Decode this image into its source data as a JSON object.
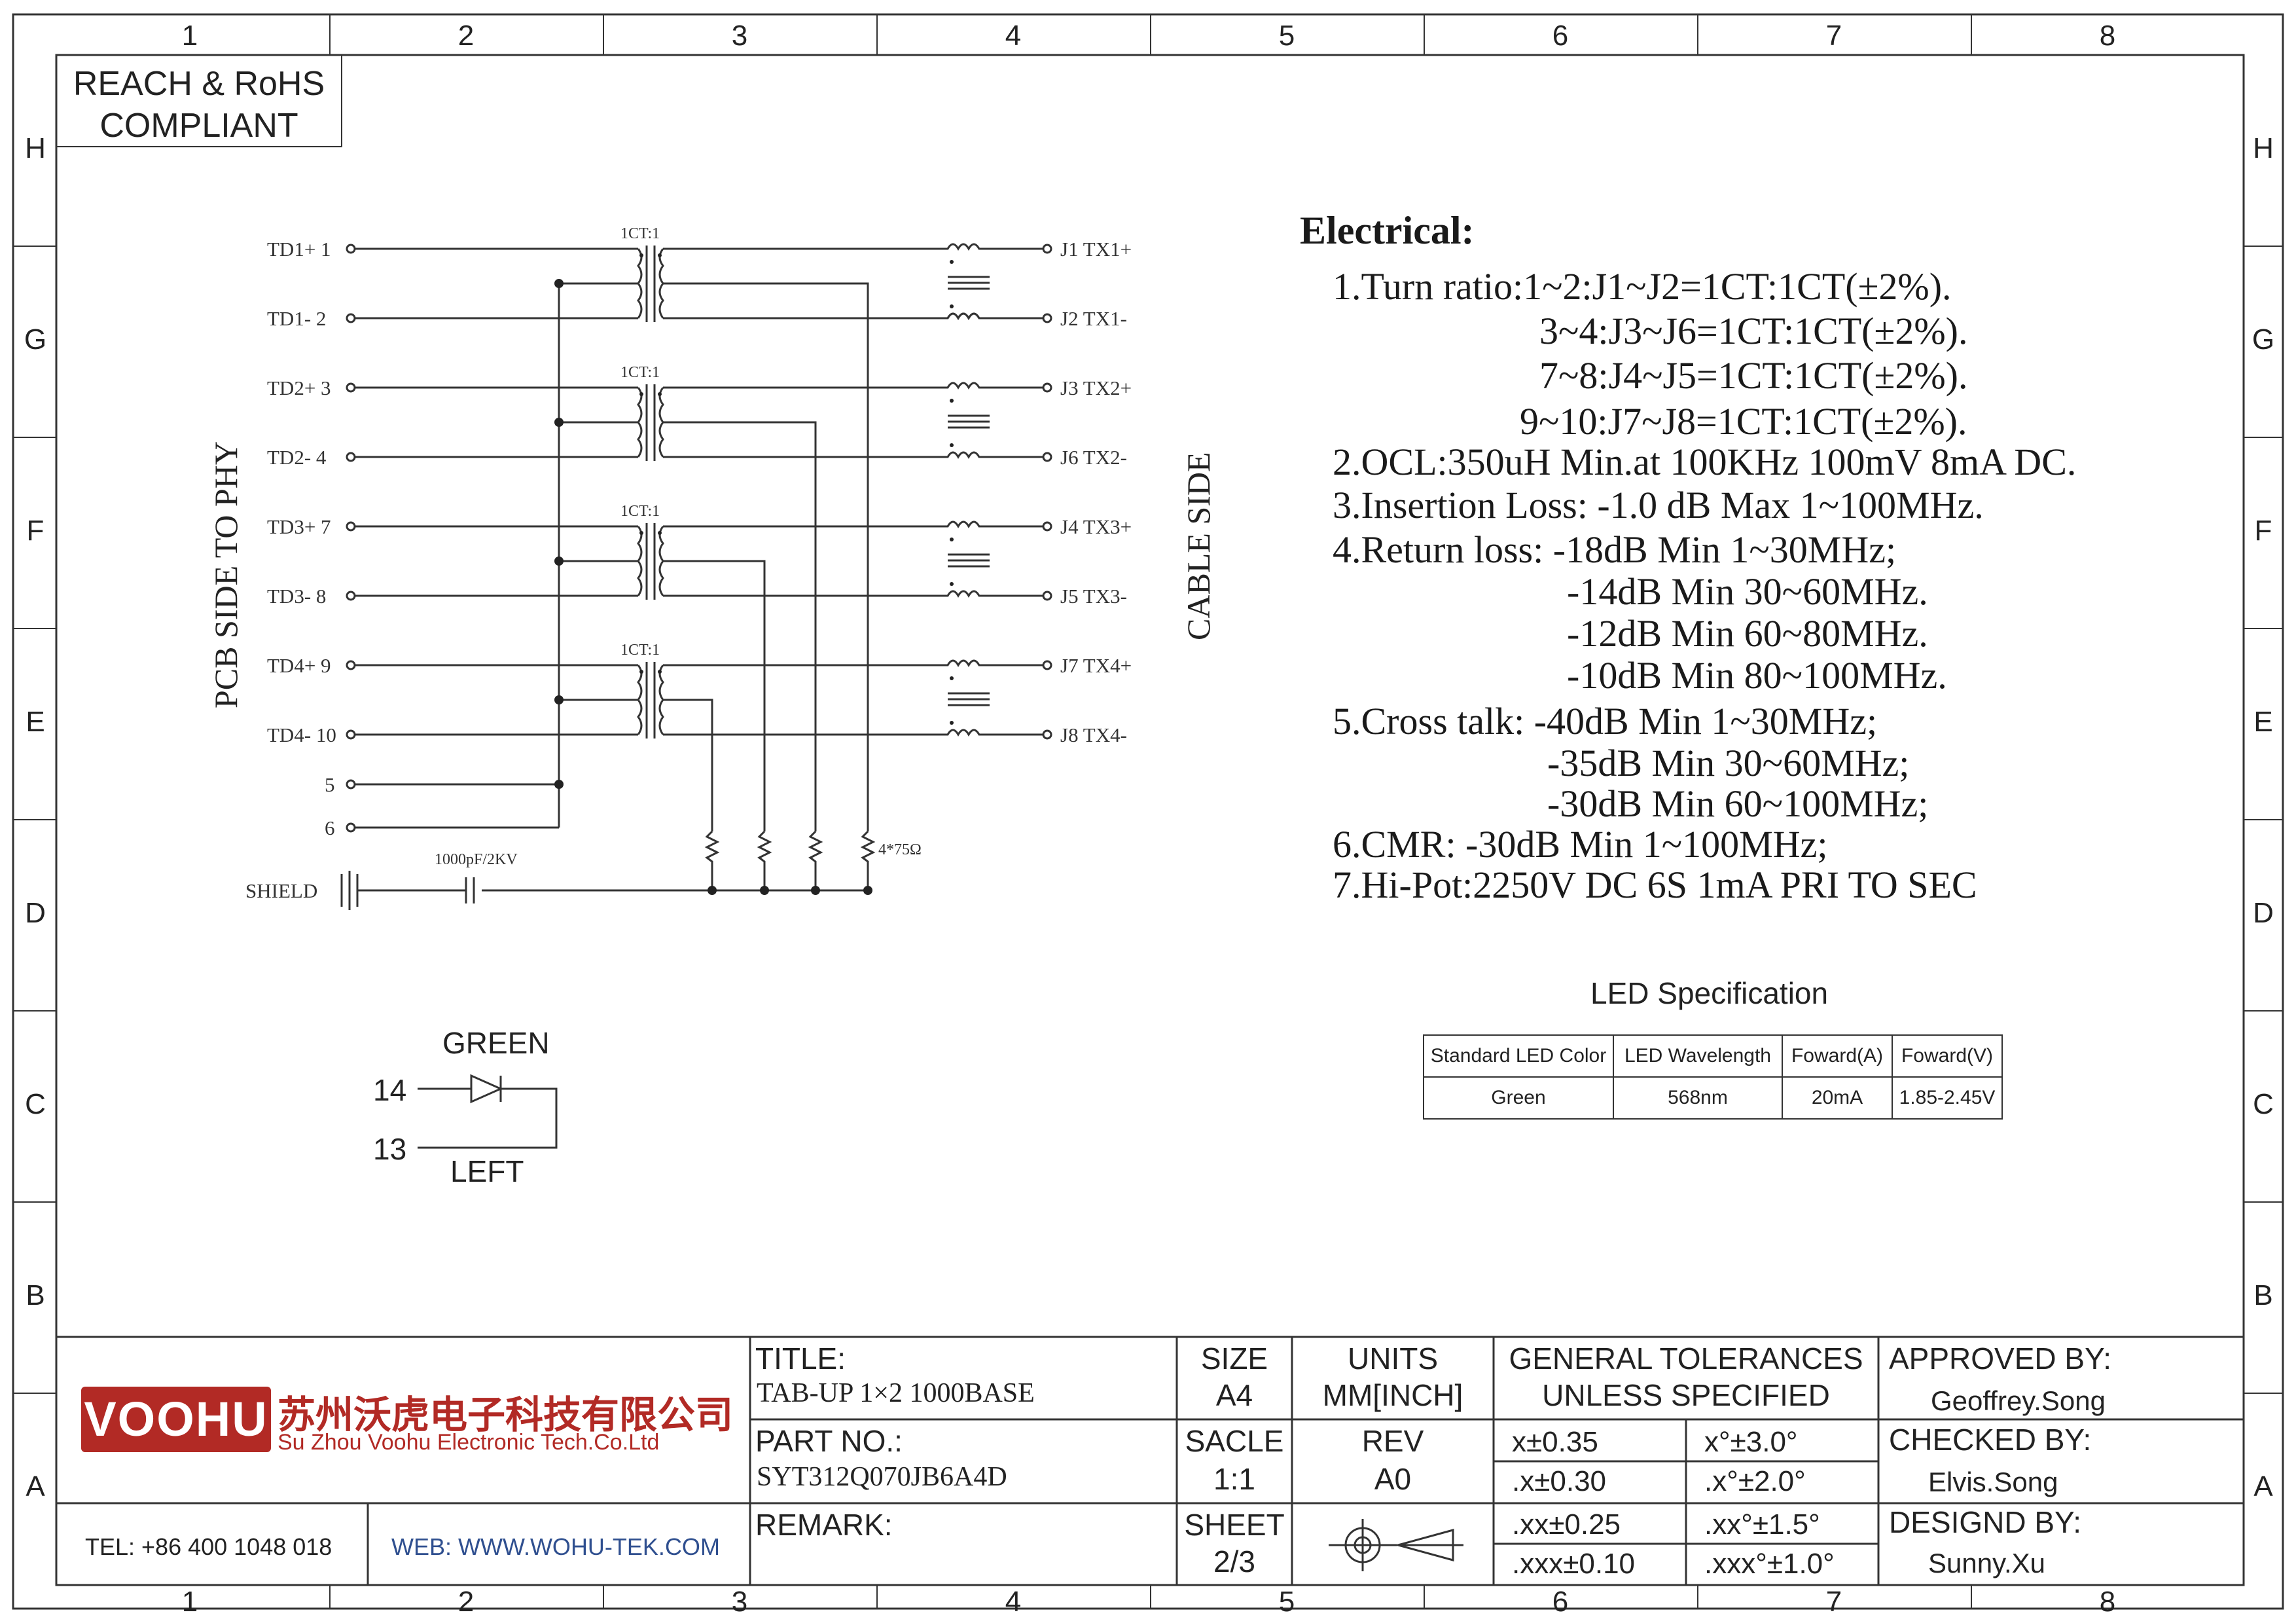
{
  "compliance": {
    "line1": "REACH & RoHS",
    "line2": "COMPLIANT"
  },
  "grid": {
    "columns": [
      "1",
      "2",
      "3",
      "4",
      "5",
      "6",
      "7",
      "8"
    ],
    "rows": [
      "H",
      "G",
      "F",
      "E",
      "D",
      "C",
      "B",
      "A"
    ]
  },
  "schematic": {
    "side_left": "PCB SIDE TO PHY",
    "side_right": "CABLE SIDE",
    "pins_left": [
      "TD1+ 1",
      "TD1- 2",
      "TD2+ 3",
      "TD2- 4",
      "TD3+ 7",
      "TD3- 8",
      "TD4+ 9",
      "TD4- 10"
    ],
    "pins_right": [
      "J1  TX1+",
      "J2  TX1-",
      "J3  TX2+",
      "J6  TX2-",
      "J4  TX3+",
      "J5  TX3-",
      "J7  TX4+",
      "J8  TX4-"
    ],
    "ratio_label": "1CT:1",
    "pin5": "5",
    "pin6": "6",
    "shield": "SHIELD",
    "cap": "1000pF/2KV",
    "resistors": "4*75Ω"
  },
  "led_circuit": {
    "color": "GREEN",
    "pin_a": "14",
    "pin_b": "13",
    "position": "LEFT"
  },
  "electrical": {
    "heading": "Electrical:",
    "lines": [
      "1.Turn ratio:1~2:J1~J2=1CT:1CT(±2%).",
      "3~4:J3~J6=1CT:1CT(±2%).",
      "7~8:J4~J5=1CT:1CT(±2%).",
      "9~10:J7~J8=1CT:1CT(±2%).",
      "2.OCL:350uH Min.at 100KHz 100mV 8mA DC.",
      "3.Insertion Loss: -1.0 dB Max 1~100MHz.",
      "4.Return loss: -18dB Min 1~30MHz;",
      "-14dB Min 30~60MHz.",
      "-12dB Min 60~80MHz.",
      "-10dB Min 80~100MHz.",
      "5.Cross talk: -40dB Min 1~30MHz;",
      "-35dB Min 30~60MHz;",
      "-30dB Min 60~100MHz;",
      "6.CMR: -30dB Min 1~100MHz;",
      "7.Hi-Pot:2250V DC 6S 1mA PRI TO SEC"
    ]
  },
  "led_spec": {
    "title": "LED Specification",
    "headers": [
      "Standard LED Color",
      "LED Wavelength",
      "Foward(A)",
      "Foward(V)"
    ],
    "row": [
      "Green",
      "568nm",
      "20mA",
      "1.85-2.45V"
    ]
  },
  "title_block": {
    "logo": "VOOHU",
    "company_cn": "苏州沃虎电子科技有限公司",
    "company_en": "Su Zhou Voohu Electronic Tech.Co.Ltd",
    "tel": "TEL: +86 400 1048 018",
    "web": "WEB: WWW.WOHU-TEK.COM",
    "title_label": "TITLE:",
    "title_value": "TAB-UP 1×2 1000BASE",
    "part_label": "PART NO.:",
    "part_value": "SYT312Q070JB6A4D",
    "remark_label": "REMARK:",
    "size_label": "SIZE",
    "size_value": "A4",
    "units_label": "UNITS",
    "units_value": "MM[INCH]",
    "scale_label": "SACLE",
    "scale_value": "1:1",
    "rev_label": "REV",
    "rev_value": "A0",
    "sheet_label": "SHEET",
    "sheet_value": "2/3",
    "tol_title1": "GENERAL TOLERANCES",
    "tol_title2": "UNLESS SPECIFIED",
    "tolerances": [
      [
        "x±0.35",
        "x°±3.0°"
      ],
      [
        ".x±0.30",
        ".x°±2.0°"
      ],
      [
        ".xx±0.25",
        ".xx°±1.5°"
      ],
      [
        ".xxx±0.10",
        ".xxx°±1.0°"
      ]
    ],
    "approved_label": "APPROVED BY:",
    "approved_value": "Geoffrey.Song",
    "checked_label": "CHECKED BY:",
    "checked_value": "Elvis.Song",
    "designed_label": "DESIGND BY:",
    "designed_value": "Sunny.Xu"
  }
}
